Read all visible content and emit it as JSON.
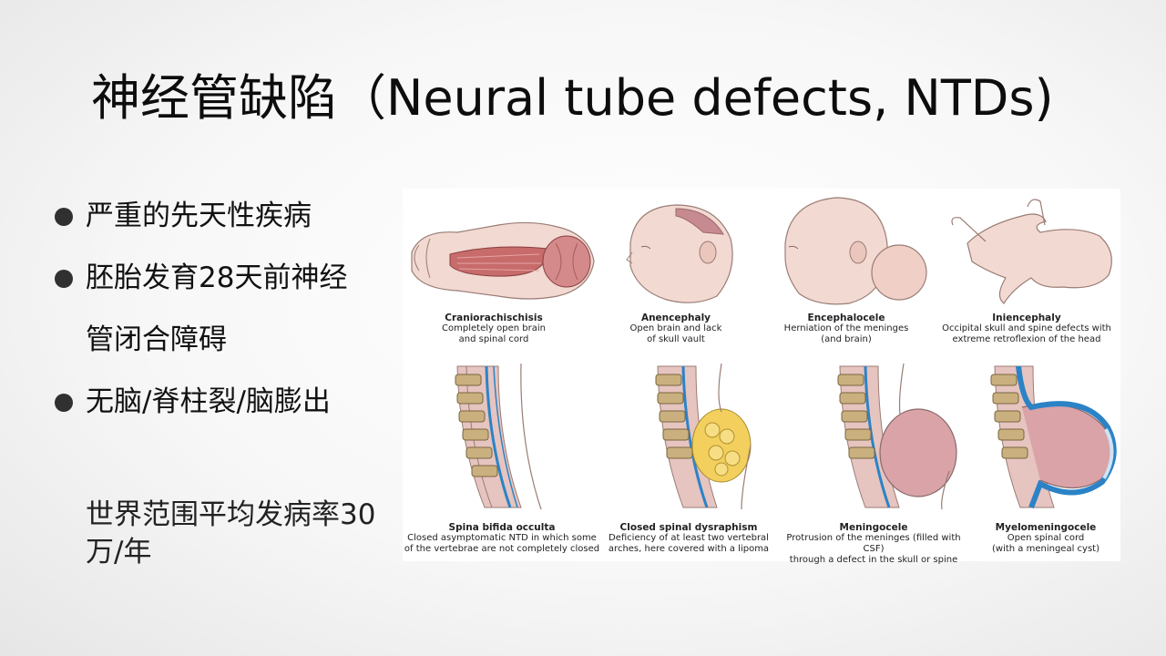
{
  "title": "神经管缺陷（Neural tube defects, NTDs)",
  "bullets": [
    {
      "lines": [
        "严重的先天性疾病"
      ]
    },
    {
      "lines": [
        "胚胎发育28天前神经",
        "管闭合障碍"
      ]
    },
    {
      "lines": [
        "无脑/脊柱裂/脑膨出"
      ]
    }
  ],
  "note": "世界范围平均发病率30万/年",
  "figure": {
    "top_row": [
      {
        "name": "Craniorachischisis",
        "desc": [
          "Completely open brain",
          "and spinal cord"
        ]
      },
      {
        "name": "Anencephaly",
        "desc": [
          "Open brain and lack",
          "of skull vault"
        ]
      },
      {
        "name": "Encephalocele",
        "desc": [
          "Herniation of the meninges",
          "(and brain)"
        ]
      },
      {
        "name": "Iniencephaly",
        "desc": [
          "Occipital skull and spine defects with",
          "extreme retroflexion of the head"
        ]
      }
    ],
    "bottom_row": [
      {
        "name": "Spina bifida occulta",
        "desc": [
          "Closed asymptomatic NTD in which some",
          "of the vertebrae are not completely closed"
        ]
      },
      {
        "name": "Closed spinal dysraphism",
        "desc": [
          "Deficiency of at least two vertebral",
          "arches, here covered with a lipoma"
        ]
      },
      {
        "name": "Meningocele",
        "desc": [
          "Protrusion of the meninges (filled with CSF)",
          "through a defect in the skull or spine"
        ]
      },
      {
        "name": "Myelomeningocele",
        "desc": [
          "Open spinal cord",
          "(with a meningeal cyst)"
        ]
      }
    ],
    "colors": {
      "skin": "#f2d9d2",
      "outline": "#9a7d75",
      "tissue": "#c76b6b",
      "nerve": "#2b83c6",
      "bone": "#c9b07e",
      "lipoma": "#f3cf5e",
      "sac": "#d9a3a8"
    }
  }
}
